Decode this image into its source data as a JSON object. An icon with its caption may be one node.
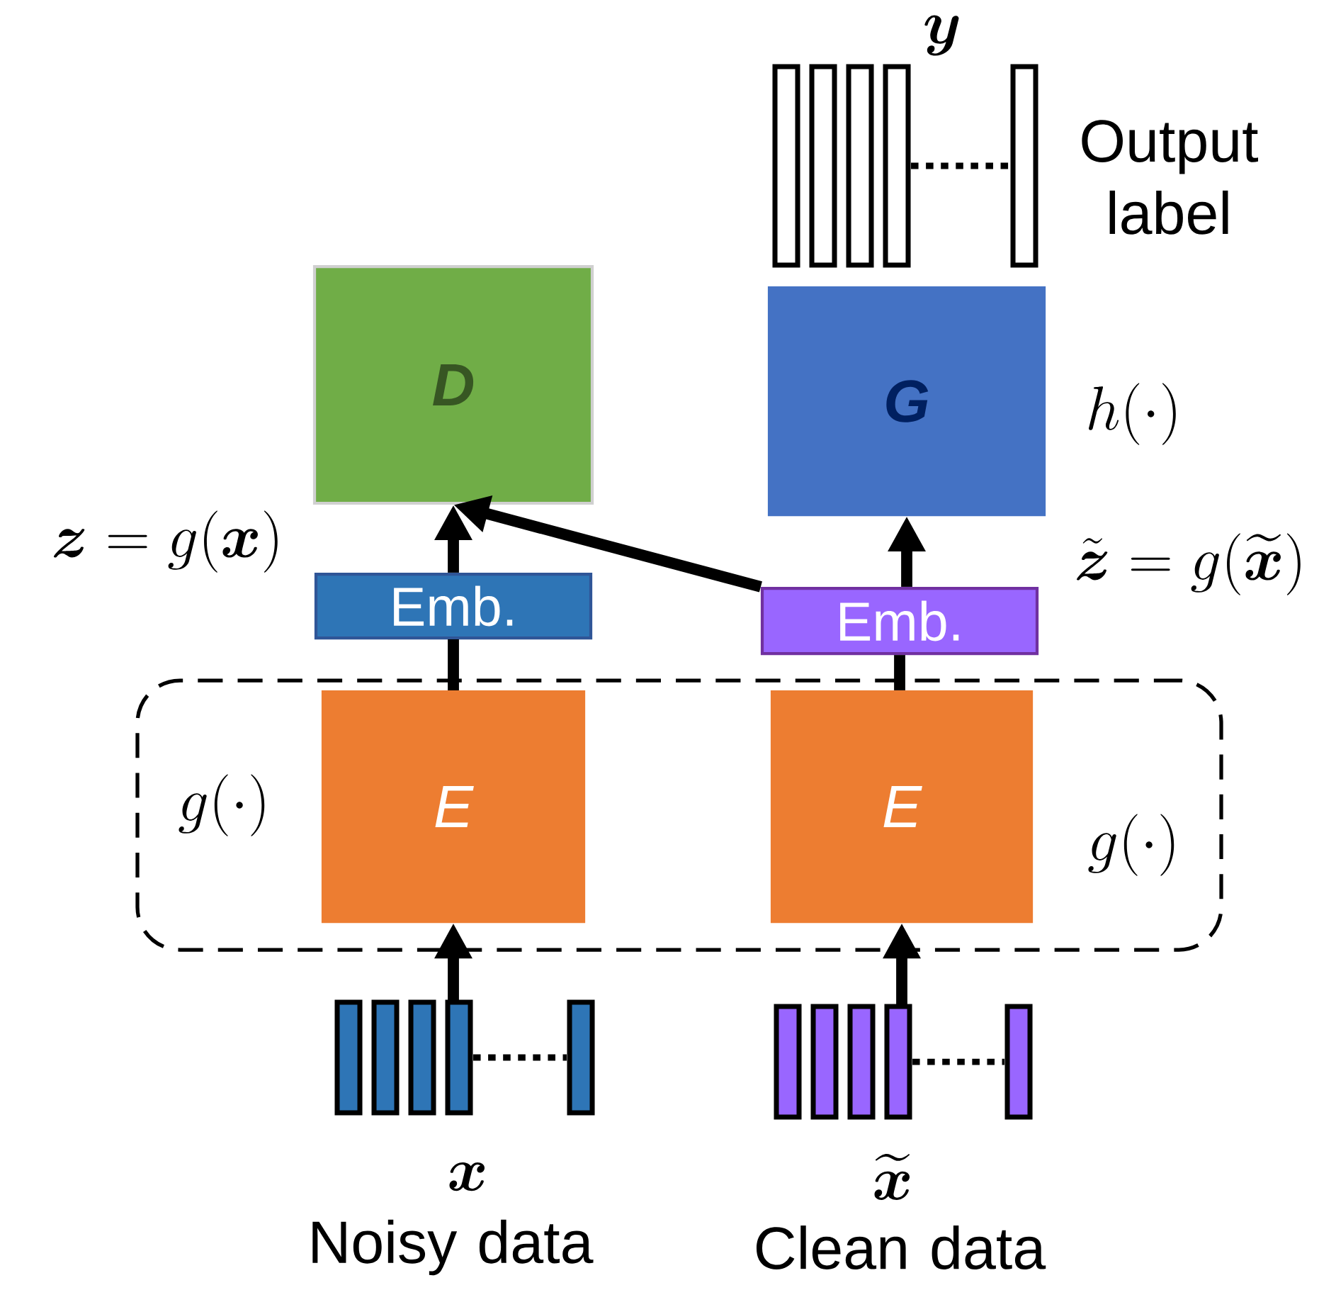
{
  "diagram": {
    "nodes": [
      {
        "text": [
          "g(\\cdot)",
          "g(\\cdot)"
        ]
      },
      {
        "text": [
          "E"
        ],
        "in": 0
      },
      {
        "text": [
          "E"
        ],
        "in": 0
      },
      {
        "text": [
          "Emb."
        ]
      },
      {
        "text": [
          "Emb."
        ]
      },
      {
        "text": [
          "D"
        ]
      },
      {
        "text": [
          "G"
        ]
      },
      {
        "text": [],
        "shape": "picture",
        "beside": [
          "\\boldsymbol{x}",
          "Noisy data"
        ]
      },
      {
        "text": [],
        "shape": "picture",
        "beside": [
          "\\widetilde{\\boldsymbol{x}}",
          "Clean data"
        ]
      },
      {
        "text": [],
        "shape": "picture",
        "beside": [
          "\\boldsymbol{y}",
          "Output label"
        ]
      }
    ],
    "edges": [
      {
        "from": 7,
        "to": 1,
        "arrow": "to"
      },
      {
        "from": 8,
        "to": 2,
        "arrow": "to"
      },
      {
        "from": 1,
        "to": 3,
        "arrow": "none"
      },
      {
        "from": 2,
        "to": 4,
        "arrow": "none"
      },
      {
        "from": 3,
        "to": 5,
        "arrow": "to"
      },
      {
        "from": 4,
        "to": 5,
        "arrow": "to"
      },
      {
        "from": 4,
        "to": 6,
        "arrow": "to"
      }
    ],
    "labels": [
      "\\boldsymbol{z} = g(\\boldsymbol{x})",
      "\\tilde{\\boldsymbol{z}} = g(\\widetilde{\\boldsymbol{x}})",
      "h(\\cdot)"
    ]
  }
}
